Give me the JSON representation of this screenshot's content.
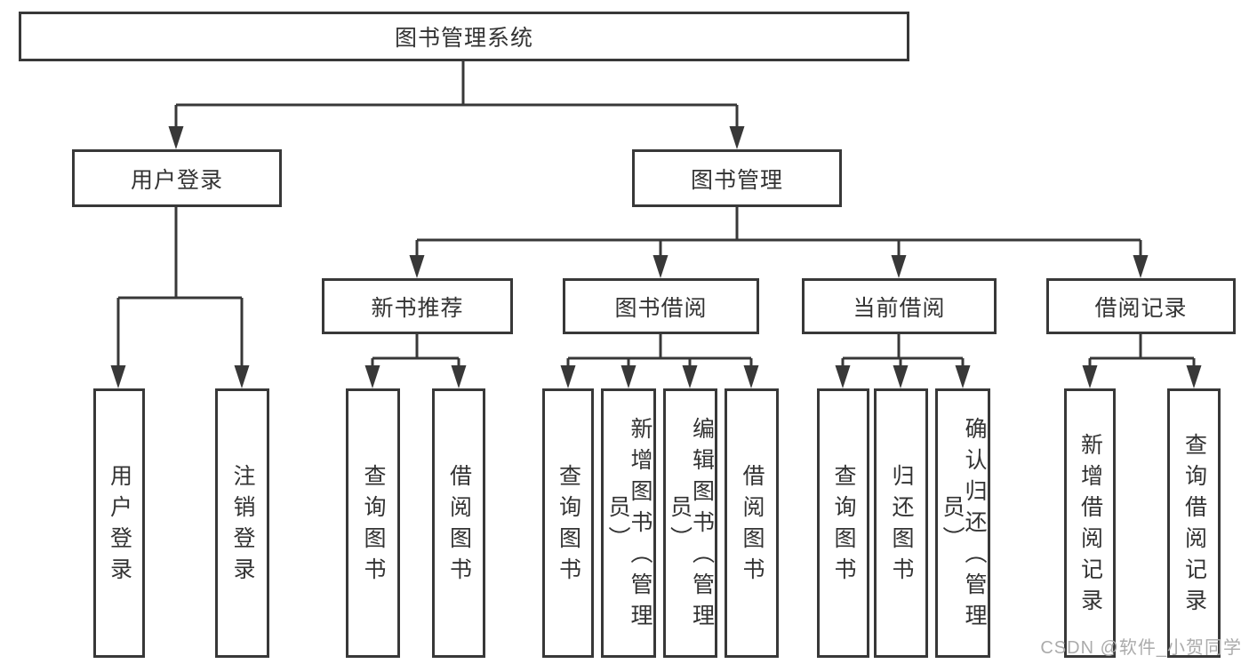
{
  "diagram": {
    "type": "hierarchy-tree",
    "root": {
      "label": "图书管理系统",
      "children": [
        {
          "label": "用户登录",
          "children": [
            {
              "label": "用户登录"
            },
            {
              "label": "注销登录"
            }
          ]
        },
        {
          "label": "图书管理",
          "children": [
            {
              "label": "新书推荐",
              "children": [
                {
                  "label": "查询图书"
                },
                {
                  "label": "借阅图书"
                }
              ]
            },
            {
              "label": "图书借阅",
              "children": [
                {
                  "label": "查询图书"
                },
                {
                  "label": "新增图书（管理员）"
                },
                {
                  "label": "编辑图书（管理员）"
                },
                {
                  "label": "借阅图书"
                }
              ]
            },
            {
              "label": "当前借阅",
              "children": [
                {
                  "label": "查询图书"
                },
                {
                  "label": "归还图书"
                },
                {
                  "label": "确认归还（管理员）"
                }
              ]
            },
            {
              "label": "借阅记录",
              "children": [
                {
                  "label": "新增借阅记录"
                },
                {
                  "label": "查询借阅记录"
                }
              ]
            }
          ]
        }
      ]
    }
  },
  "watermark": {
    "text": "CSDN @软件_小贺同学"
  },
  "colors": {
    "line": "#383838",
    "border": "#383838",
    "text": "#333333",
    "watermark": "#ababab",
    "background": "#ffffff"
  }
}
